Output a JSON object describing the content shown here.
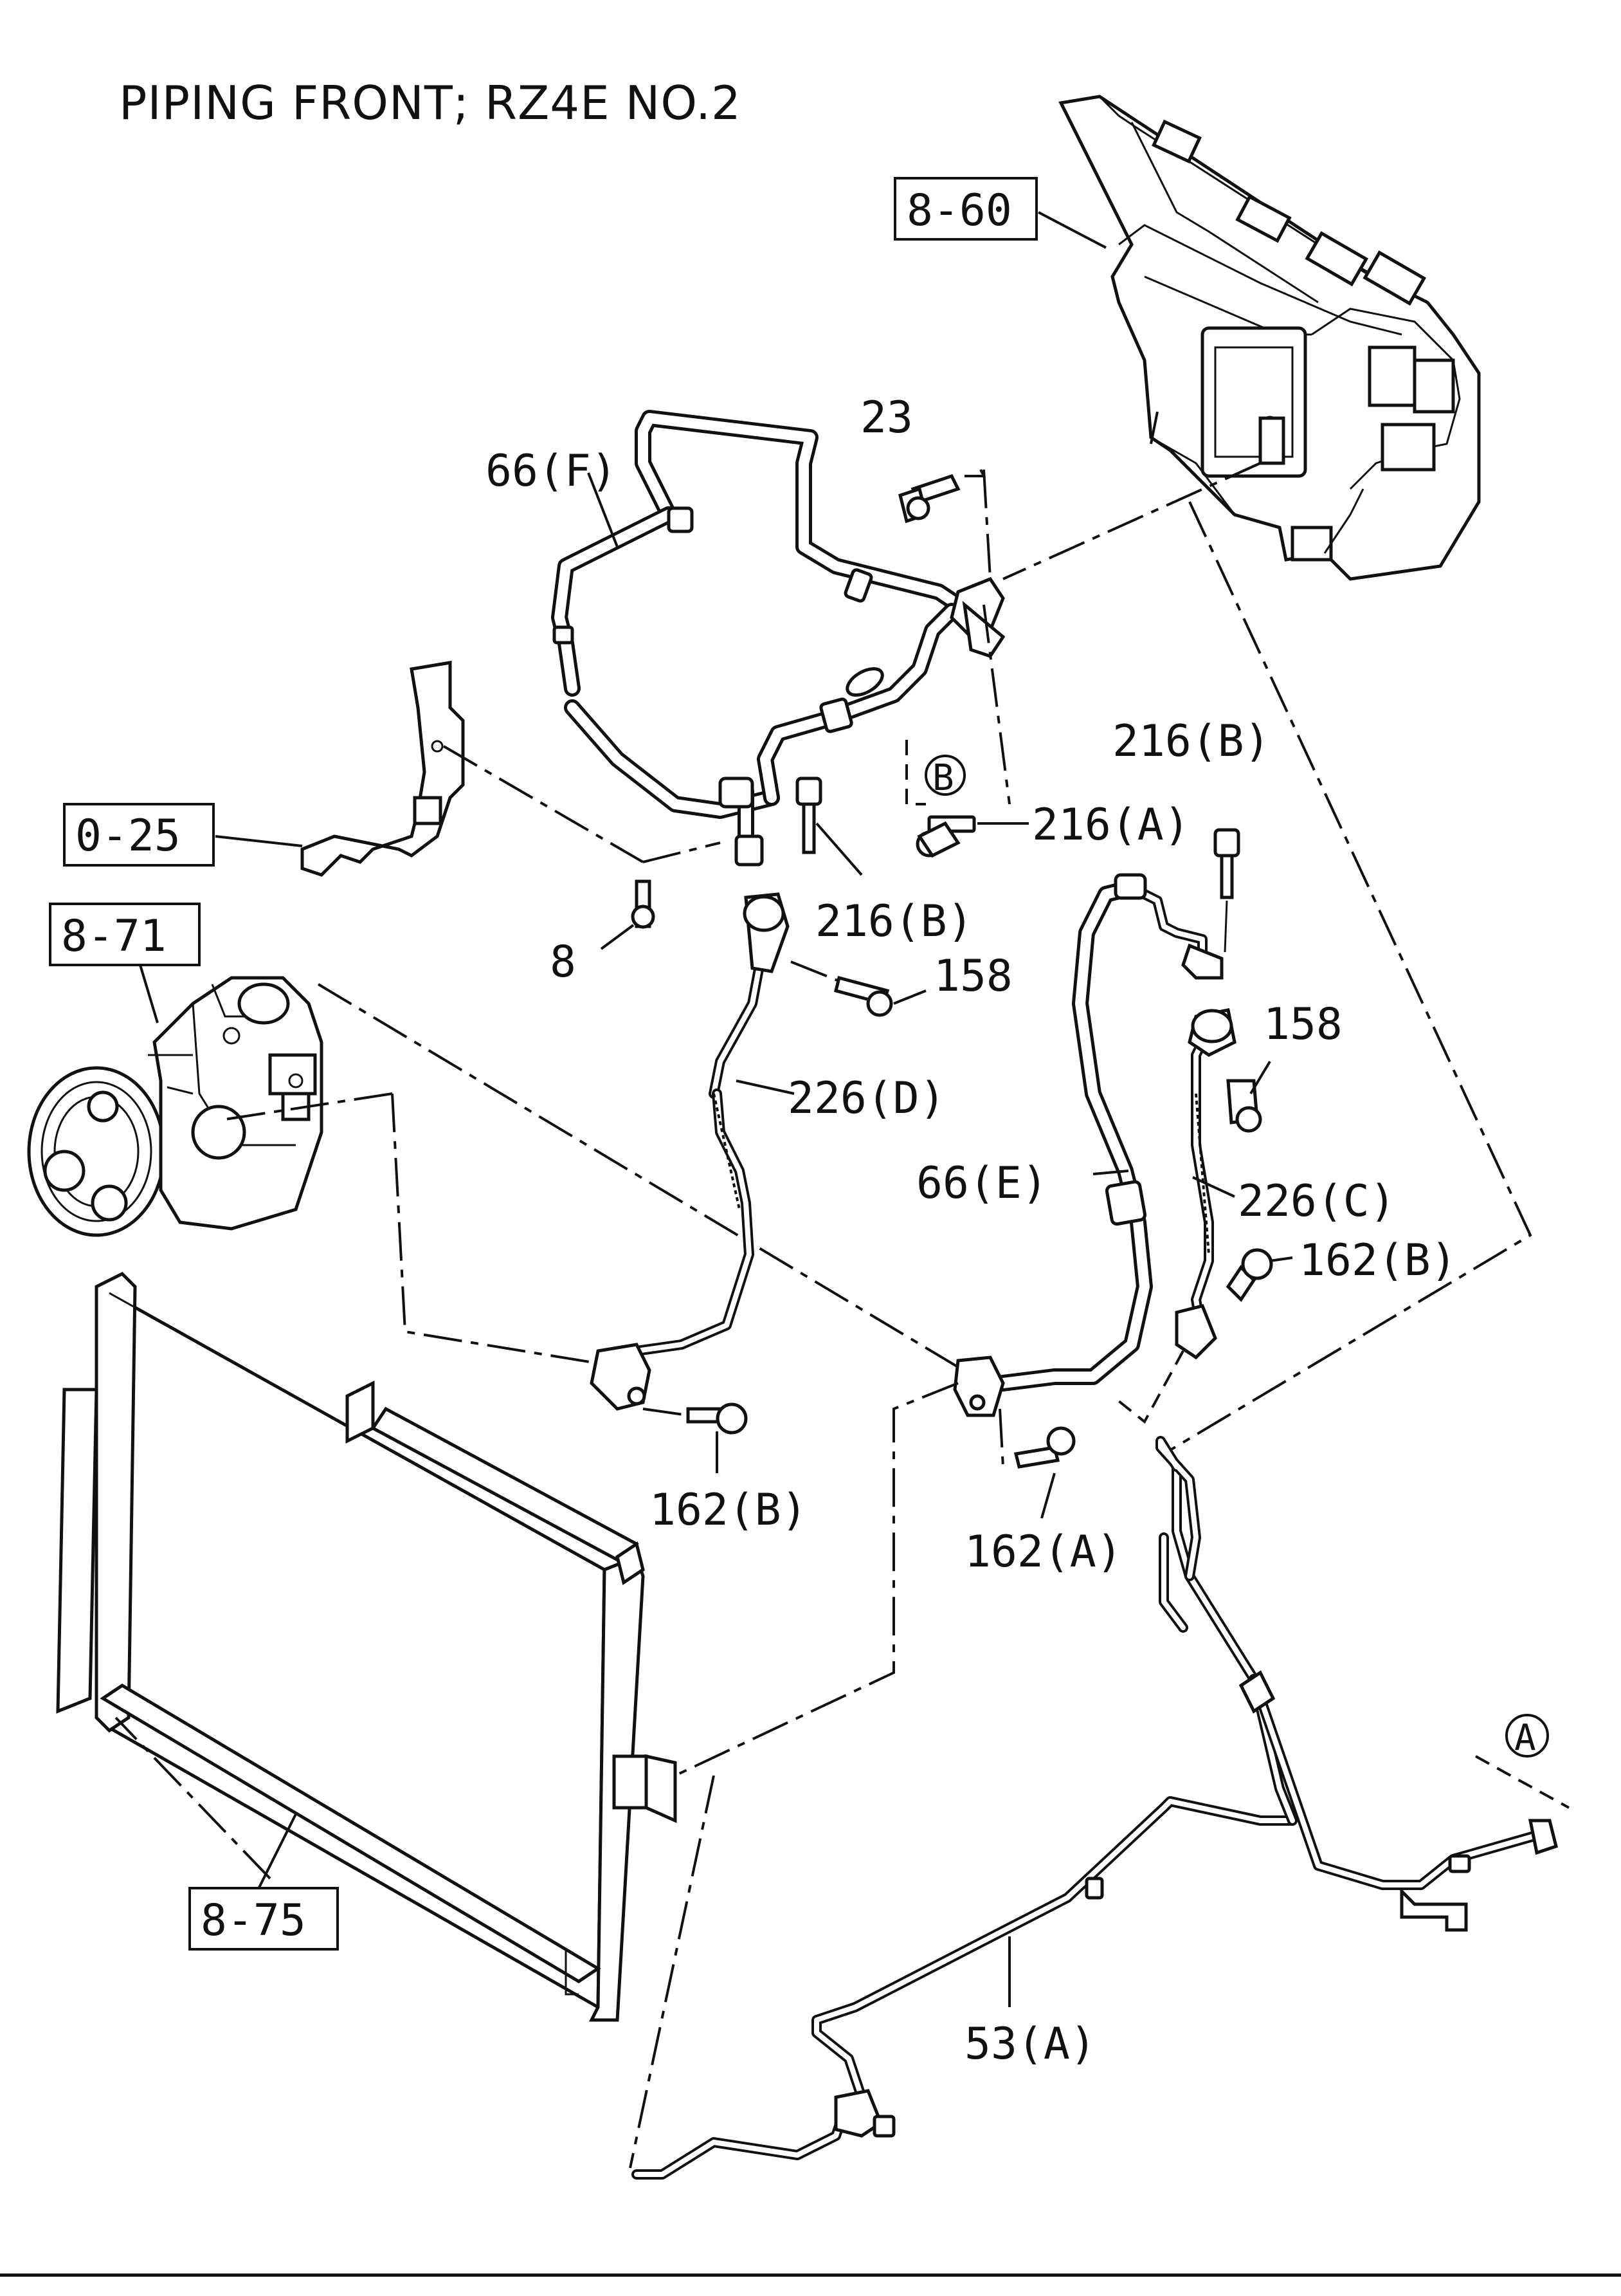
{
  "title": "PIPING FRONT; RZ4E NO.2",
  "ref_boxes": {
    "r860": "8-60",
    "r025": "0-25",
    "r871": "8-71",
    "r875": "8-75"
  },
  "callouts": {
    "c23": "23",
    "c66f": "66(F)",
    "c216a": "216(A)",
    "c216b_left": "216(B)",
    "c216b_right": "216(B)",
    "c8": "8",
    "c158_left": "158",
    "c158_right": "158",
    "c226d": "226(D)",
    "c226c": "226(C)",
    "c66e": "66(E)",
    "c162b_right": "162(B)",
    "c162b_left": "162(B)",
    "c162a": "162(A)",
    "c53a": "53(A)"
  },
  "markers": {
    "marker_a": "A",
    "marker_b": "B"
  }
}
